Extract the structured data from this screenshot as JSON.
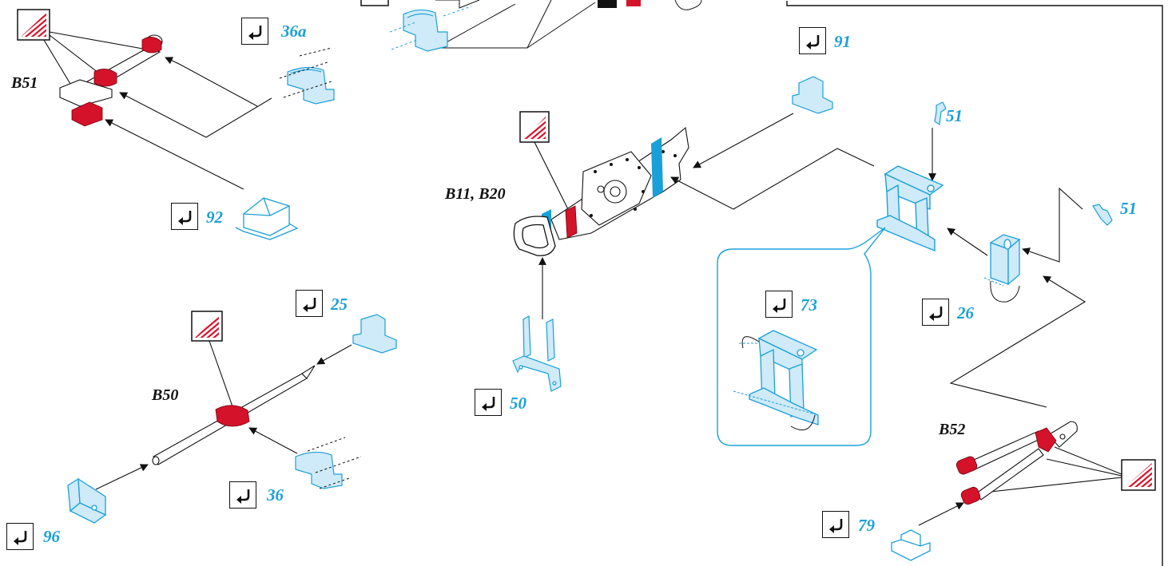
{
  "colors": {
    "blue": "#1aa0d8",
    "red": "#d4122a",
    "ink": "#111111",
    "blue_fill": "#cfeaf8"
  },
  "icons": {
    "step_box": "curved-arrow-icon",
    "glue": "glue-hatch-icon"
  },
  "part_labels": {
    "b51": "B51",
    "b50": "B50",
    "b11_b20": "B11, B20",
    "b52": "B52"
  },
  "step_labels": {
    "s36a": "36a",
    "s92": "92",
    "s91": "91",
    "s51a": "51",
    "s51b": "51",
    "s26": "26",
    "s73": "73",
    "s50": "50",
    "s25": "25",
    "s36": "36",
    "s96": "96",
    "s79": "79"
  }
}
